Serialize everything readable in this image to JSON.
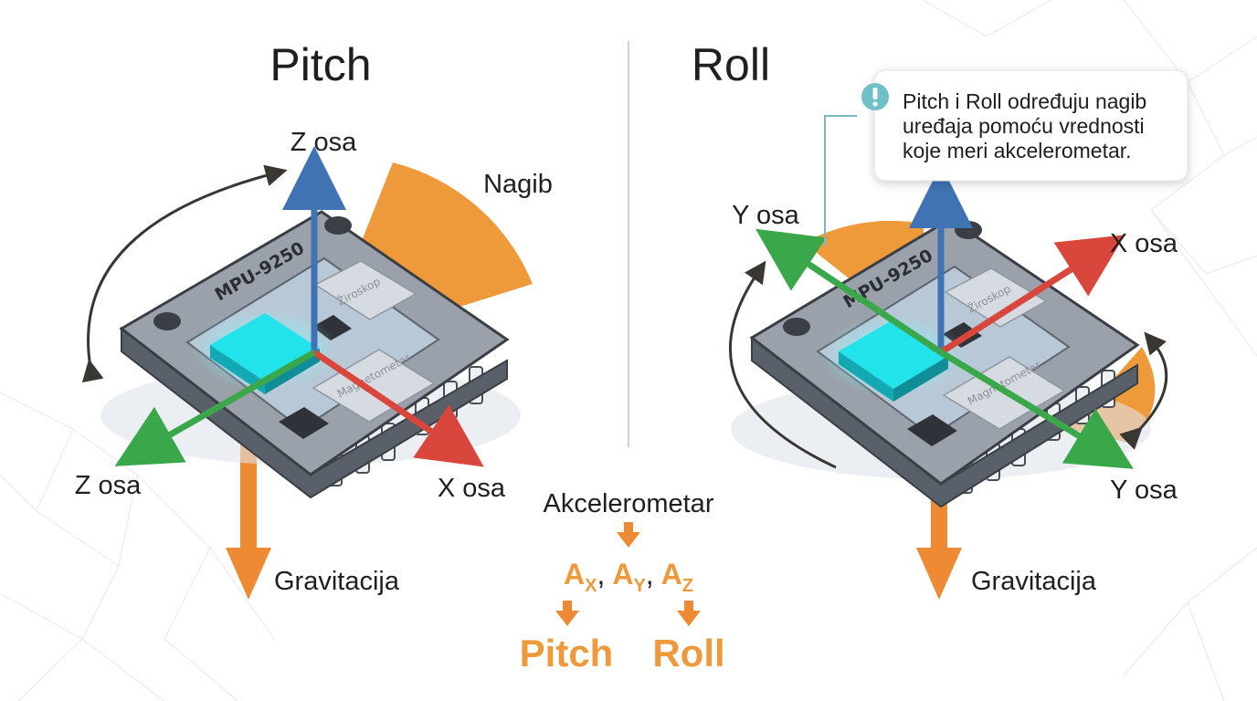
{
  "pitch_panel": {
    "title": "Pitch",
    "z_axis_top": "Z osa",
    "z_axis_left": "Z osa",
    "x_axis": "X osa",
    "angle_label": "Nagib",
    "gravity": "Gravitacija",
    "chip_label": "MPU-9250",
    "gyro_label": "Žiroskop",
    "accel_label": "Magnetometar"
  },
  "roll_panel": {
    "title": "Roll",
    "y_axis_left": "Y osa",
    "y_axis_right": "Y osa",
    "x_axis": "X osa",
    "gravity": "Gravitacija",
    "chip_label": "MPU-9250",
    "gyro_label": "Žiroskop",
    "accel_label": "Magnetometar"
  },
  "callout": {
    "line1": "Pitch i Roll određuju nagib",
    "line2": "uređaja pomoću vrednosti",
    "line3": "koje meri akcelerometar.",
    "icon": "info-icon"
  },
  "flow": {
    "source": "Akcelerometar",
    "a_letter": "A",
    "sub_x": "X",
    "sub_y": "Y",
    "sub_z": "Z",
    "sep": ",",
    "out_pitch": "Pitch",
    "out_roll": "Roll"
  },
  "colors": {
    "z_axis": "#3f73b3",
    "x_axis": "#d9463c",
    "y_axis": "#3aa84a",
    "gravity": "#ee8a33",
    "angle": "#ef9a3a",
    "chip_die": "#22e2ea"
  }
}
